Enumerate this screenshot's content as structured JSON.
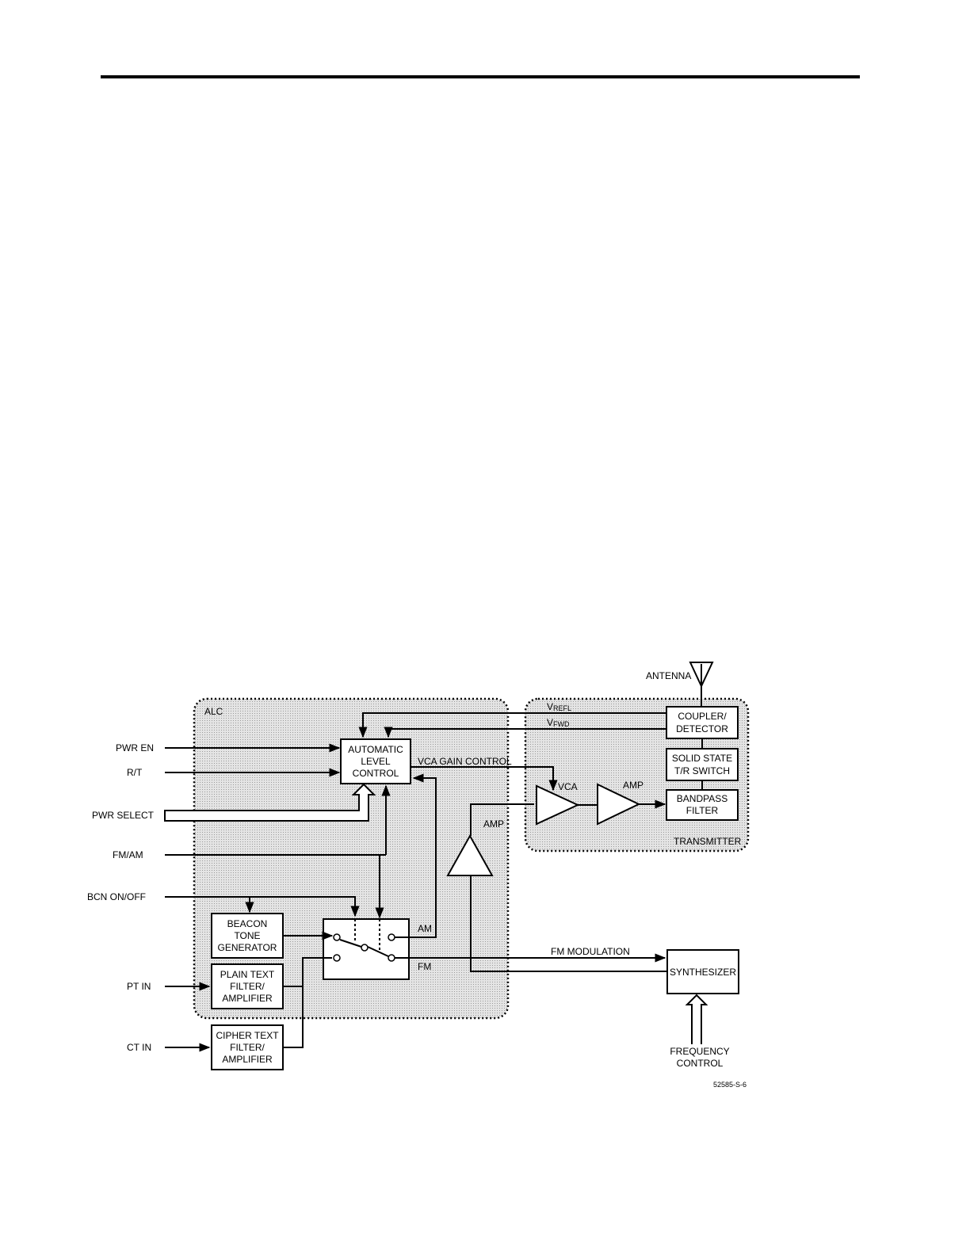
{
  "regions": {
    "alc": "ALC",
    "transmitter": "TRANSMITTER"
  },
  "inputs": {
    "pwr_en": "PWR EN",
    "rt": "R/T",
    "pwr_select": "PWR SELECT",
    "fm_am": "FM/AM",
    "bcn_onoff": "BCN ON/OFF",
    "pt_in": "PT IN",
    "ct_in": "CT IN"
  },
  "blocks": {
    "alc_line1": "AUTOMATIC",
    "alc_line2": "LEVEL",
    "alc_line3": "CONTROL",
    "beacon_line1": "BEACON",
    "beacon_line2": "TONE",
    "beacon_line3": "GENERATOR",
    "plain_line1": "PLAIN TEXT",
    "plain_line2": "FILTER/",
    "plain_line3": "AMPLIFIER",
    "cipher_line1": "CIPHER TEXT",
    "cipher_line2": "FILTER/",
    "cipher_line3": "AMPLIFIER",
    "coupler_line1": "COUPLER/",
    "coupler_line2": "DETECTOR",
    "switch_line1": "SOLID STATE",
    "switch_line2": "T/R SWITCH",
    "bandpass_line1": "BANDPASS",
    "bandpass_line2": "FILTER",
    "synthesizer": "SYNTHESIZER"
  },
  "signals": {
    "vrefl_v": "V",
    "vrefl_sub": "REFL",
    "vfwd_v": "V",
    "vfwd_sub": "FWD",
    "vca_gain": "VCA GAIN CONTROL",
    "vca": "VCA",
    "amp_tx": "AMP",
    "amp_mod": "AMP",
    "am": "AM",
    "fm": "FM",
    "fm_modulation": "FM MODULATION",
    "antenna": "ANTENNA",
    "freq_line1": "FREQUENCY",
    "freq_line2": "CONTROL"
  },
  "figure_id": "52585-S-6"
}
